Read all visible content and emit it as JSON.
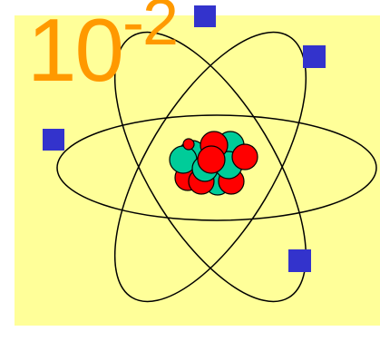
{
  "label": {
    "base": "10",
    "exponent": "-2"
  },
  "colors": {
    "background": "#ffff99",
    "label": "#ff9900",
    "proton": "#ff0000",
    "neutron": "#00cc99",
    "electron": "#3333cc",
    "orbit": "#000000"
  },
  "atom": {
    "orbits": 3,
    "electrons": 4,
    "protons": 7,
    "neutrons": 6
  }
}
